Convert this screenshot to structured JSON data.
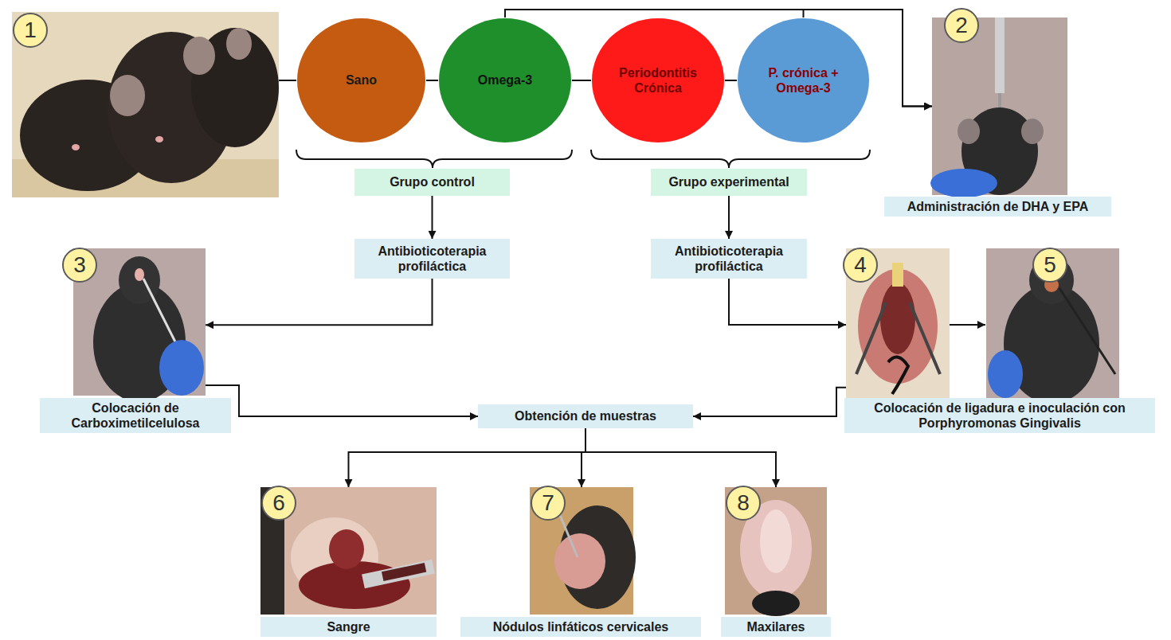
{
  "diagram": {
    "nodes": [
      {
        "text": [
          "Sano"
        ]
      },
      {
        "text": [
          "Omega-3"
        ]
      },
      {
        "text": [
          "Periodontitis Crónica"
        ]
      },
      {
        "text": [
          "P. crónica + Omega-3"
        ]
      },
      {
        "text": [
          "Administración de DHA y EPA"
        ]
      },
      {
        "text": [
          "Grupo control"
        ]
      },
      {
        "text": [
          "Grupo experimental"
        ]
      },
      {
        "text": [
          "Antibioticoterapia profiláctica"
        ]
      },
      {
        "text": [
          "Antibioticoterapia profiláctica"
        ]
      },
      {
        "text": [
          "Colocación de Carboximetilcelulosa"
        ]
      },
      {
        "text": [
          "Colocación de ligadura e inoculación con Porphyromonas Gingivalis"
        ]
      },
      {
        "text": [
          "Obtención de muestras"
        ]
      },
      {
        "text": [
          "Sangre"
        ]
      },
      {
        "text": [
          "Nódulos linfáticos cervicales"
        ]
      },
      {
        "text": [
          "Maxilares"
        ]
      }
    ],
    "edges": [
      {
        "from": 0,
        "to": 1,
        "arrow": "none"
      },
      {
        "from": 1,
        "to": 2,
        "arrow": "none"
      },
      {
        "from": 2,
        "to": 3,
        "arrow": "none"
      },
      {
        "from": 1,
        "to": 4,
        "arrow": "to"
      },
      {
        "from": 3,
        "to": 4,
        "arrow": "to"
      },
      {
        "from": 5,
        "to": 7,
        "arrow": "to"
      },
      {
        "from": 6,
        "to": 8,
        "arrow": "to"
      },
      {
        "from": 7,
        "to": 9,
        "arrow": "to"
      },
      {
        "from": 8,
        "to": 10,
        "arrow": "to"
      },
      {
        "from": 9,
        "to": 11,
        "arrow": "to"
      },
      {
        "from": 10,
        "to": 11,
        "arrow": "to"
      },
      {
        "from": 11,
        "to": 12,
        "arrow": "to"
      },
      {
        "from": 11,
        "to": 13,
        "arrow": "to"
      },
      {
        "from": 11,
        "to": 14,
        "arrow": "to"
      }
    ],
    "labels": [
      "1",
      "2",
      "3",
      "4",
      "5",
      "6",
      "7",
      "8"
    ]
  }
}
